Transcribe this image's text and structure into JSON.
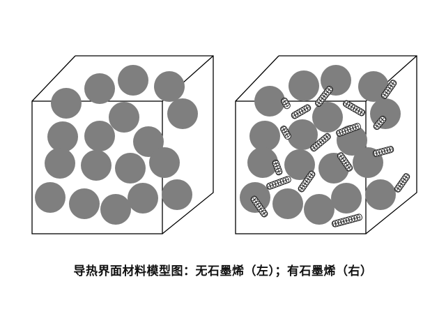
{
  "caption": "导热界面材料模型图：无石墨烯（左）；有石墨烯（右）",
  "models": [
    {
      "name": "no-graphene",
      "particle_color": "#7f7f7f",
      "graphene": false
    },
    {
      "name": "with-graphene",
      "particle_color": "#7f7f7f",
      "graphene": true
    }
  ]
}
